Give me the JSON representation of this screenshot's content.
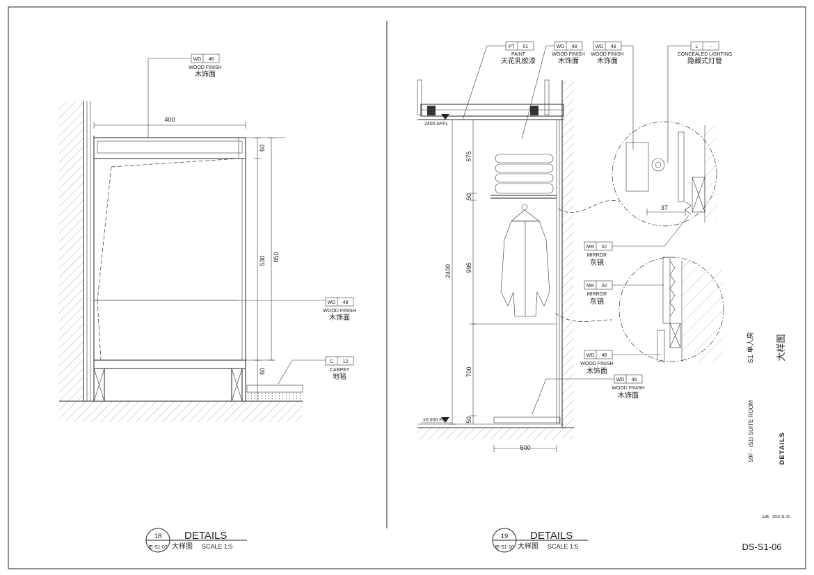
{
  "sheet": {
    "number": "DS-S1-06",
    "project_cn": "S1 单人房",
    "project_en": "59F - (S1) SUITE ROOM",
    "title_cn": "大样图",
    "title_en": "DETAILS",
    "small_note_1": "山西",
    "small_note_2": "2019-11-15"
  },
  "detail18": {
    "number": "18",
    "ref": "IE-S1-07",
    "title": "DETAILS",
    "title_cn": "大样图",
    "scale": "SCALE  1:5",
    "dims": {
      "width": "400",
      "top": "60",
      "middle": "530",
      "total": "650",
      "bottom": "60"
    },
    "callouts": [
      {
        "code": "WD",
        "num": "48",
        "en": "WOOD FINISH",
        "cn": "木饰面"
      },
      {
        "code": "WD",
        "num": "48",
        "en": "WOOD FINISH",
        "cn": "木饰面"
      },
      {
        "code": "C",
        "num": "12",
        "en": "CARPET",
        "cn": "地毯"
      }
    ]
  },
  "detail19": {
    "number": "19",
    "ref": "IE-S1-10",
    "title": "DETAILS",
    "title_cn": "大样图",
    "scale": "SCALE  1:5",
    "level_top": "2400 AFFL",
    "level_bottom": "±0.000 FFL",
    "dims": {
      "total": "2400",
      "d575": "575",
      "d50a": "50",
      "d995": "995",
      "d700": "700",
      "d50b": "50",
      "width": "500",
      "d37": "37"
    },
    "callouts": [
      {
        "code": "PT",
        "num": "01",
        "en": "PAINT",
        "cn": "天花乳胶漆"
      },
      {
        "code": "WD",
        "num": "48",
        "en": "WOOD FINISH",
        "cn": "木饰面"
      },
      {
        "code": "WD",
        "num": "48",
        "en": "WOOD FINISH",
        "cn": "木饰面"
      },
      {
        "code": "L",
        "num": "-",
        "en": "CONCEALED LIGHTING",
        "cn": "隐藏式灯管"
      },
      {
        "code": "MR",
        "num": "02",
        "en": "MIRROR",
        "cn": "灰镜"
      },
      {
        "code": "MR",
        "num": "02",
        "en": "MIRROR",
        "cn": "灰镜"
      },
      {
        "code": "WD",
        "num": "48",
        "en": "WOOD FINISH",
        "cn": "木饰面"
      },
      {
        "code": "WD",
        "num": "48",
        "en": "WOOD FINISH",
        "cn": "木饰面"
      }
    ]
  }
}
